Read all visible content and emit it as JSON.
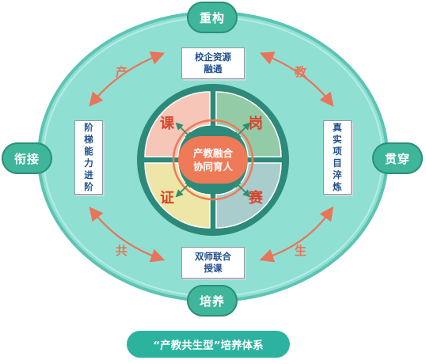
{
  "outer_nodes": {
    "top": "重构",
    "bottom": "培养",
    "left": "衔接",
    "right": "贯穿"
  },
  "scrolls": {
    "top": "校企资源\n融通",
    "bottom": "双师联合\n授课",
    "left": "阶梯\n能力\n进阶",
    "right": "真实\n项目\n淬炼"
  },
  "arc_labels": {
    "top_left": "产",
    "top_right": "教",
    "bottom_left": "共",
    "bottom_right": "生"
  },
  "quadrants": {
    "top_left": "课",
    "top_right": "岗",
    "bottom_left": "证",
    "bottom_right": "赛"
  },
  "center": {
    "line1": "产教融合",
    "line2": "协同育人"
  },
  "caption": "“产教共生型”培养体系",
  "colors": {
    "ellipse_fill": "#8fe0d3",
    "ellipse_stroke": "#5cc4b2",
    "node_fill": "#3fb59a",
    "arrow": "#e8745a",
    "quad_top_left": "#f6c6b9",
    "quad_top_right": "#93cba6",
    "quad_bottom_left": "#eee6a6",
    "quad_bottom_right": "#a9cdcc",
    "center_fill": "#ee7a57",
    "caption_fill": "#2bb3a0"
  }
}
